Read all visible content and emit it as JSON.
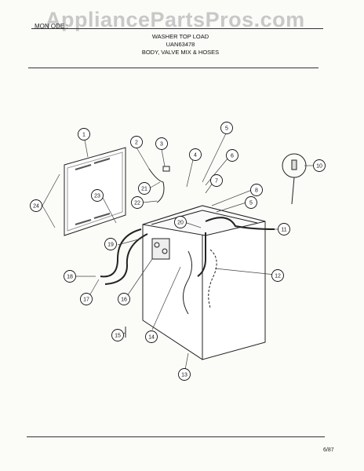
{
  "header": {
    "watermark": "AppliancePartsPros.com",
    "model_code": "MON  ODE  :  ",
    "title_line1": "WASHER TOP LOAD",
    "title_line2": "UAN63478",
    "title_line3": "BODY, VALVE MIX & HOSES"
  },
  "footer": {
    "date_code": "6/87"
  },
  "callouts": [
    "1",
    "2",
    "3",
    "4",
    "5",
    "6",
    "7",
    "8",
    "5",
    "10",
    "11",
    "12",
    "13",
    "14",
    "15",
    "16",
    "17",
    "18",
    "19",
    "20",
    "21",
    "22",
    "23",
    "24"
  ]
}
